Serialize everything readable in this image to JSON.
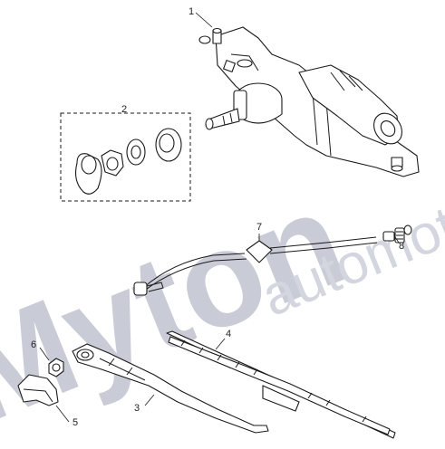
{
  "watermark": {
    "brand": "Myton",
    "sub": "automotive"
  },
  "callouts": [
    {
      "id": "1",
      "label": "1"
    },
    {
      "id": "2",
      "label": "2"
    },
    {
      "id": "3",
      "label": "3"
    },
    {
      "id": "4",
      "label": "4"
    },
    {
      "id": "5",
      "label": "5"
    },
    {
      "id": "6",
      "label": "6"
    },
    {
      "id": "7",
      "label": "7"
    },
    {
      "id": "8",
      "label": "8"
    }
  ]
}
